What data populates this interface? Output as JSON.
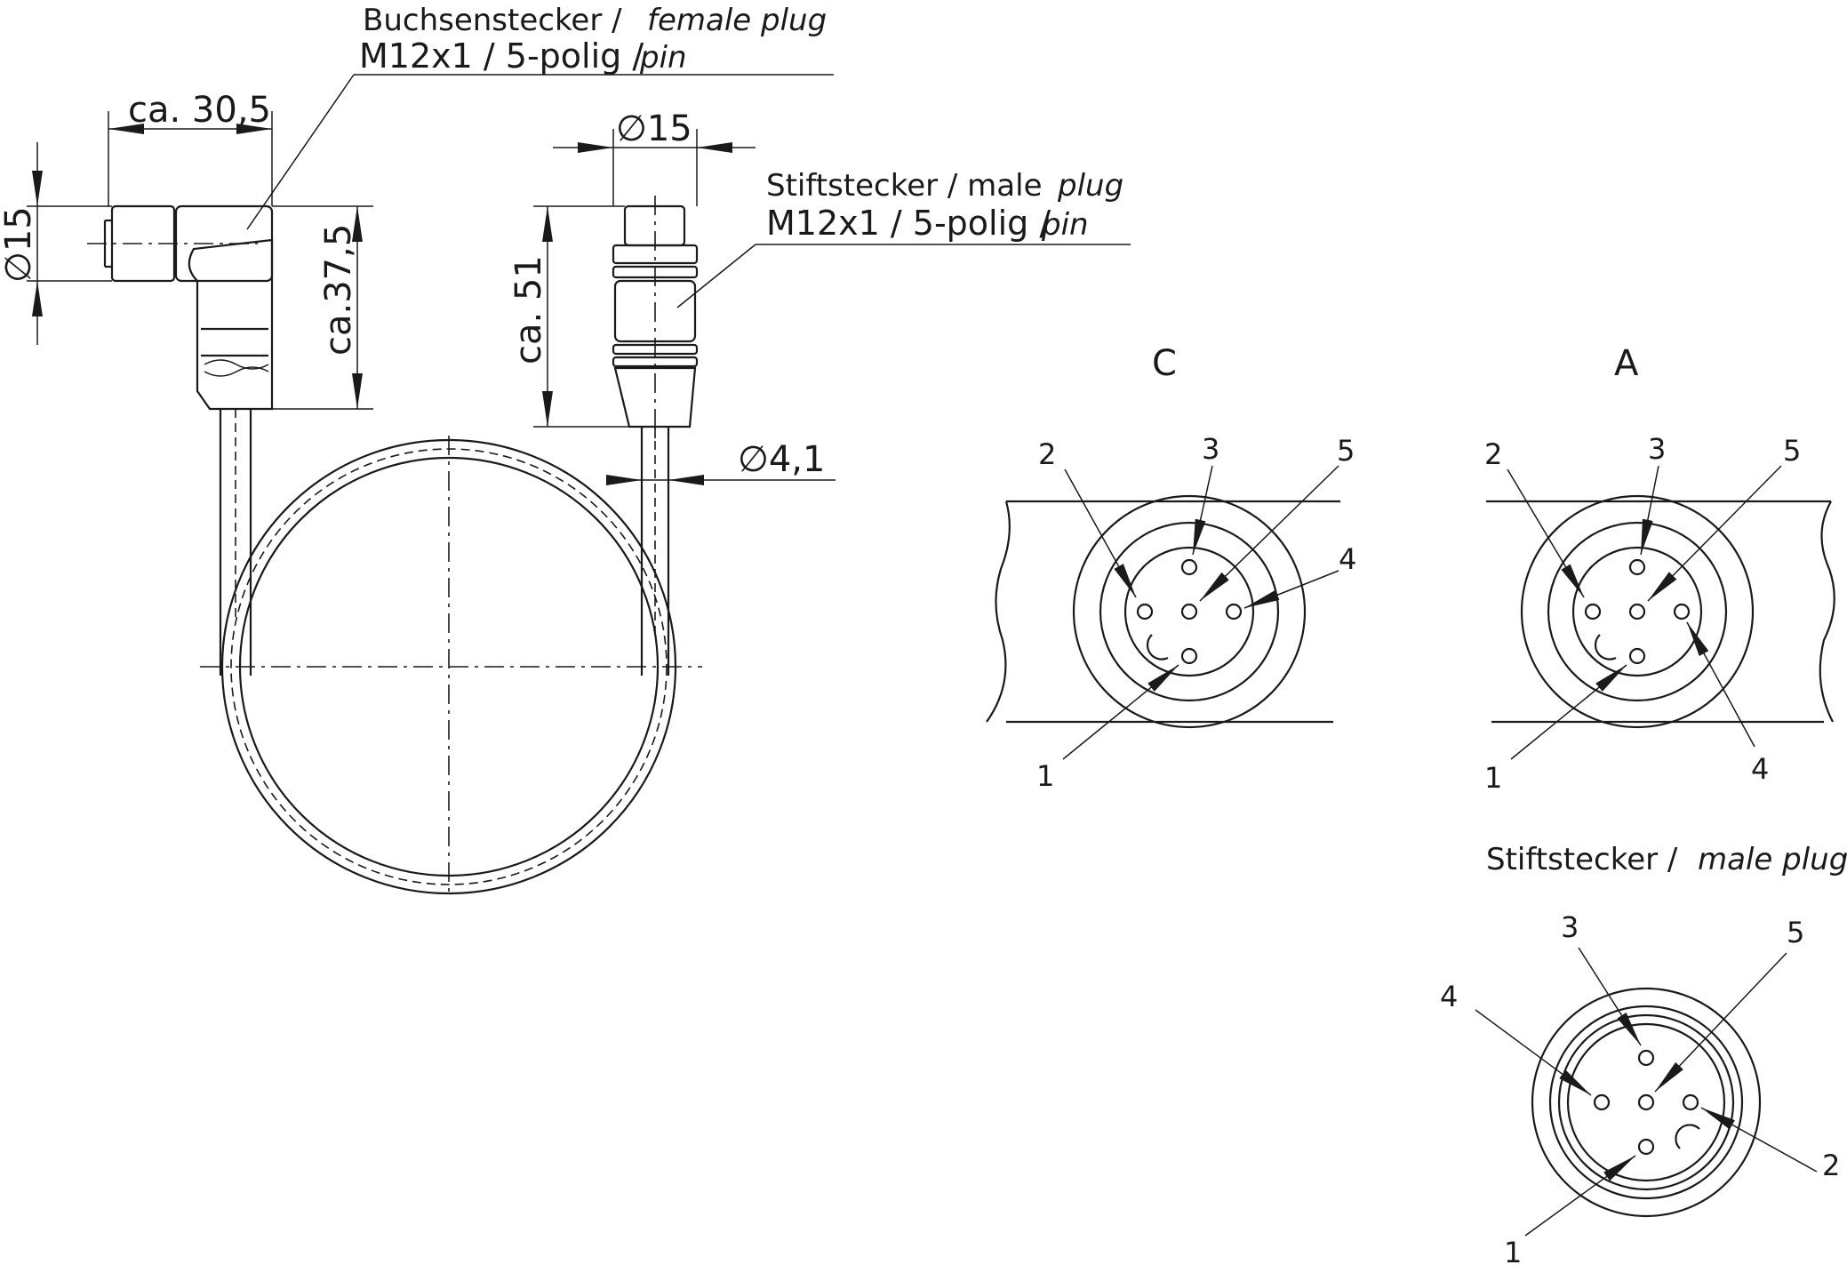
{
  "female_plug": {
    "label_de": "Buchsenstecker /",
    "label_en": "female plug",
    "spec_main": "M12x1 / 5-polig /",
    "spec_pin": "pin"
  },
  "male_plug": {
    "label_de": "Stiftstecker / male",
    "label_en": "plug",
    "spec_main": "M12x1 / 5-polig /",
    "spec_pin": "pin"
  },
  "dimensions": {
    "width_female": "ca. 30,5",
    "dia_female": "∅15",
    "height_female": "ca.37,5",
    "dia_male": "∅15",
    "height_male": "ca. 51",
    "dia_cable": "∅4,1"
  },
  "views": {
    "c_title": "C",
    "a_title": "A",
    "male_view_de": "Stiftstecker /",
    "male_view_en": "male plug"
  },
  "pins": {
    "c": [
      "1",
      "2",
      "3",
      "4",
      "5"
    ],
    "a": [
      "1",
      "2",
      "3",
      "4",
      "5"
    ],
    "male": [
      "1",
      "2",
      "3",
      "4",
      "5"
    ]
  }
}
